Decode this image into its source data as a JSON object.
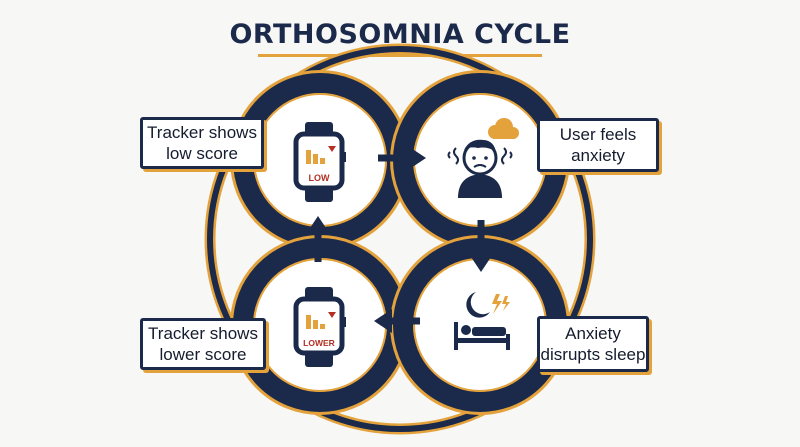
{
  "title": "ORTHOSOMNIA CYCLE",
  "nodes": [
    {
      "id": "tracker-low",
      "label_line1": "Tracker shows",
      "label_line2": "low score",
      "icon": "smartwatch-icon",
      "watch_text": "LOW"
    },
    {
      "id": "user-anxiety",
      "label_line1": "User feels",
      "label_line2": "anxiety",
      "icon": "anxious-person-icon"
    },
    {
      "id": "sleep-disrupted",
      "label_line1": "Anxiety",
      "label_line2": "disrupts sleep",
      "icon": "disrupted-sleep-icon"
    },
    {
      "id": "tracker-lower",
      "label_line1": "Tracker shows",
      "label_line2": "lower score",
      "icon": "smartwatch-icon",
      "watch_text": "LOWER"
    }
  ],
  "colors": {
    "navy": "#1b2a4a",
    "gold": "#e3a23b",
    "alert_red": "#b23024",
    "background": "#f7f7f5"
  }
}
